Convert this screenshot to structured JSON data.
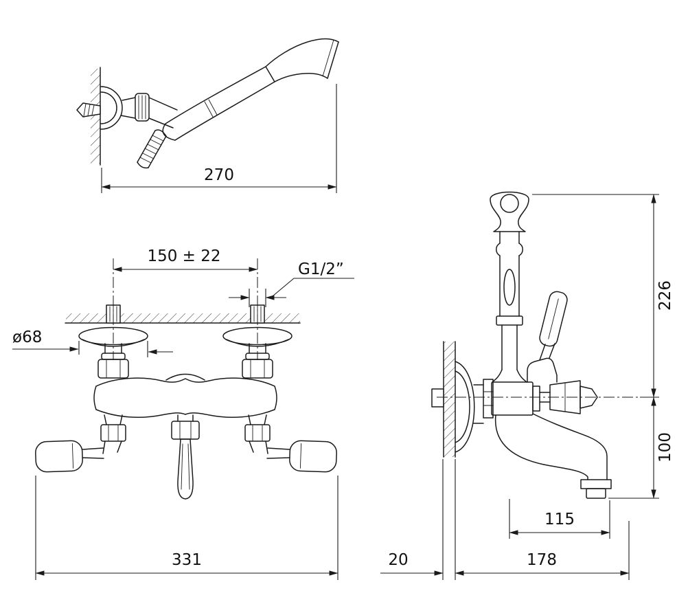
{
  "colors": {
    "ink": "#1a1a1a",
    "background": "#ffffff"
  },
  "dims": {
    "handshower_length": "270",
    "inlet_spacing": "150 ± 22",
    "thread": "G1/2”",
    "escutcheon_dia": "ø68",
    "overall_width": "331",
    "height_above_axis": "226",
    "height_below_axis": "100",
    "spout_reach": "115",
    "wall_offset": "20",
    "depth": "178"
  }
}
